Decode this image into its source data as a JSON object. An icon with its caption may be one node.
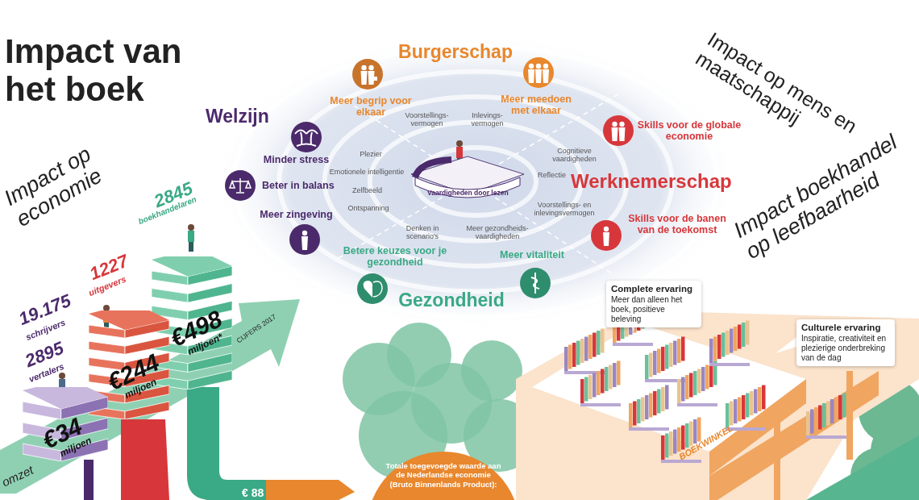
{
  "diagram": {
    "title": "Impact van het boek",
    "nodes": [
      {
        "text": [
          "Vaardigheden door lezen"
        ]
      },
      {
        "text": [
          "Complete ervaring",
          "Meer dan alleen het boek, positieve beleving"
        ]
      },
      {
        "text": [
          "Culturele ervaring",
          "Inspiratie, creativiteit en plezierige onderbreking van de dag"
        ]
      },
      {
        "text": [
          "Totale toegevoegde waarde aan de Nederlandse economie (Bruto Binnenlands Product):"
        ]
      },
      {
        "text": [
          "€34",
          "miljoen"
        ]
      },
      {
        "text": [
          "€244",
          "miljoen"
        ]
      },
      {
        "text": [
          "€498",
          "miljoen*"
        ]
      }
    ],
    "labels": [
      "Impact op economie",
      "Impact op mens en maatschappij",
      "Impact boekhandel op leefbaarheid",
      "Burgerschap",
      "Welzijn",
      "Werknemerschap",
      "Gezondheid",
      "Meer begrip voor elkaar",
      "Meer meedoen met elkaar",
      "Skills voor de globale economie",
      "Skills voor de banen van de toekomst",
      "Minder stress",
      "Beter in balans",
      "Meer zingeving",
      "Betere keuzes voor je gezondheid",
      "Meer vitaliteit",
      "Voorstellings- vermogen",
      "Inlevings- vermogen",
      "Plezier",
      "Emotionele intelligentie",
      "Zelfbeeld",
      "Ontspanning",
      "Denken in scenario's",
      "Meer gezondheids- vaardigheden",
      "Cognitieve vaardigheden",
      "Reflectie",
      "Voorstellings- en inlevingsvermogen",
      "2845",
      "boekhandelaren",
      "1227",
      "uitgevers",
      "19.175",
      "schrijvers",
      "2895",
      "vertalers",
      "CIJFERS 2017",
      "omzet",
      "€ 88",
      "BOEKWINKEL"
    ]
  }
}
